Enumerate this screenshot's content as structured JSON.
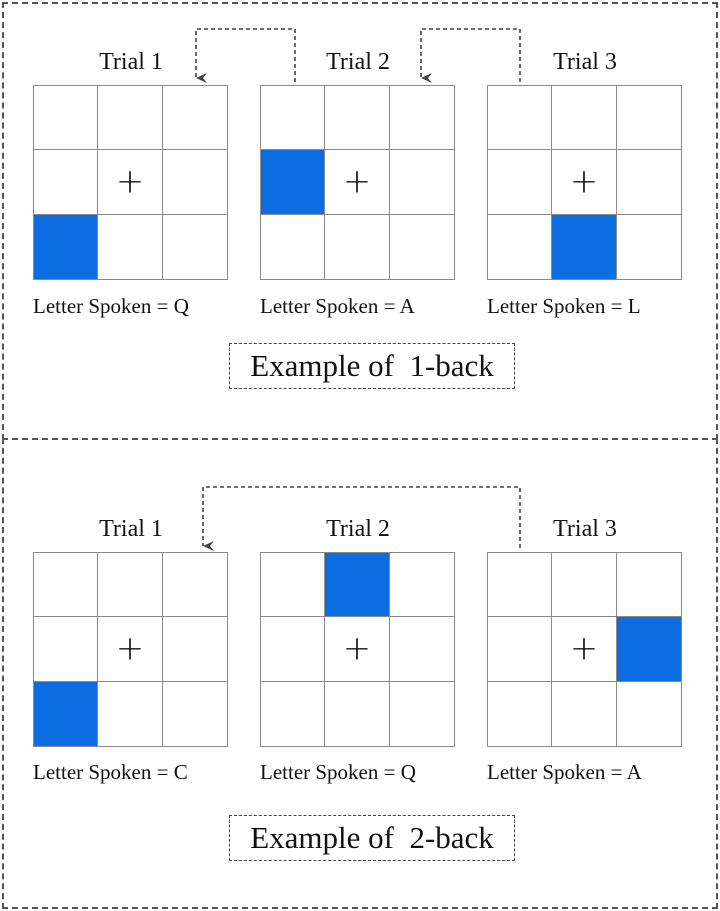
{
  "panels": [
    {
      "example_label": "Example of  1-back",
      "trials": [
        {
          "title": "Trial 1",
          "active_cell": 6,
          "caption": "Letter Spoken = Q"
        },
        {
          "title": "Trial 2",
          "active_cell": 3,
          "caption": "Letter Spoken = A"
        },
        {
          "title": "Trial 3",
          "active_cell": 7,
          "caption": "Letter Spoken = L"
        }
      ]
    },
    {
      "example_label": "Example of  2-back",
      "trials": [
        {
          "title": "Trial 1",
          "active_cell": 6,
          "caption": "Letter Spoken = C"
        },
        {
          "title": "Trial 2",
          "active_cell": 1,
          "caption": "Letter Spoken = Q"
        },
        {
          "title": "Trial 3",
          "active_cell": 5,
          "caption": "Letter Spoken = A"
        }
      ]
    }
  ],
  "fixation_symbol": "+",
  "colors": {
    "active_cell": "#0b6de0",
    "grid_line": "#8a8a8a",
    "dashed_border": "#555555"
  }
}
